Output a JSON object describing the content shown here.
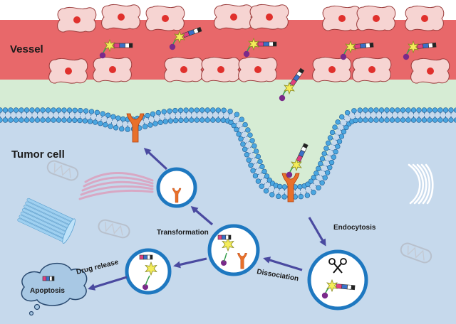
{
  "labels": {
    "vessel": "Vessel",
    "tumor_cell": "Tumor cell",
    "endocytosis": "Endocytosis",
    "dissociation": "Dissociation",
    "transformation": "Transformation",
    "drug_release": "Drug release",
    "apoptosis": "Apoptosis"
  },
  "colors": {
    "vessel": "#e8686a",
    "red_cell_fill": "#f6d4d2",
    "red_cell_nucleus": "#e0302c",
    "interstitium": "#d6ecd4",
    "tumor_cytoplasm": "#c6d9ec",
    "membrane_head": "#4aa6e0",
    "receptor": "#e8702a",
    "vesicle_border": "#1e78c0",
    "arrow": "#4a4aa0",
    "drug_star": "#f4ec5a",
    "apoptosis_cloud": "#a8c8e4"
  },
  "icons": [
    "red-blood-cell",
    "drug-conjugate",
    "receptor",
    "scissors-icon",
    "mitochondria",
    "golgi",
    "microtubule-bundle",
    "apoptosis-cloud"
  ]
}
